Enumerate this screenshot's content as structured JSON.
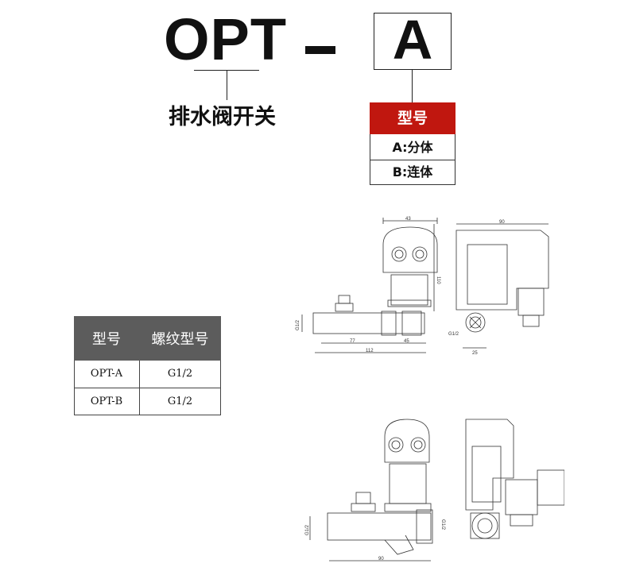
{
  "header": {
    "model_code": "OPT",
    "dash": "–",
    "option_letter": "A",
    "product_label": "排水阀开关"
  },
  "type_box": {
    "title": "型号",
    "options": [
      "A:分体",
      "B:连体"
    ],
    "accent_color": "#c0170f"
  },
  "thread_table": {
    "headers": [
      "型号",
      "螺纹型号"
    ],
    "rows": [
      [
        "OPT-A",
        "G1/2"
      ],
      [
        "OPT-B",
        "G1/2"
      ]
    ],
    "header_color": "#5c5c5c"
  },
  "drawing_a": {
    "dims": {
      "top_width": "43",
      "side_width": "90",
      "height": "110",
      "left_thread": "G1/2",
      "len_77": "77",
      "len_45": "45",
      "total": "112",
      "side_thread": "G1/2",
      "side_25": "25"
    }
  },
  "drawing_b": {
    "dims": {
      "left_thread": "G1/2",
      "right_thread": "G1/2",
      "bottom": "90"
    }
  }
}
